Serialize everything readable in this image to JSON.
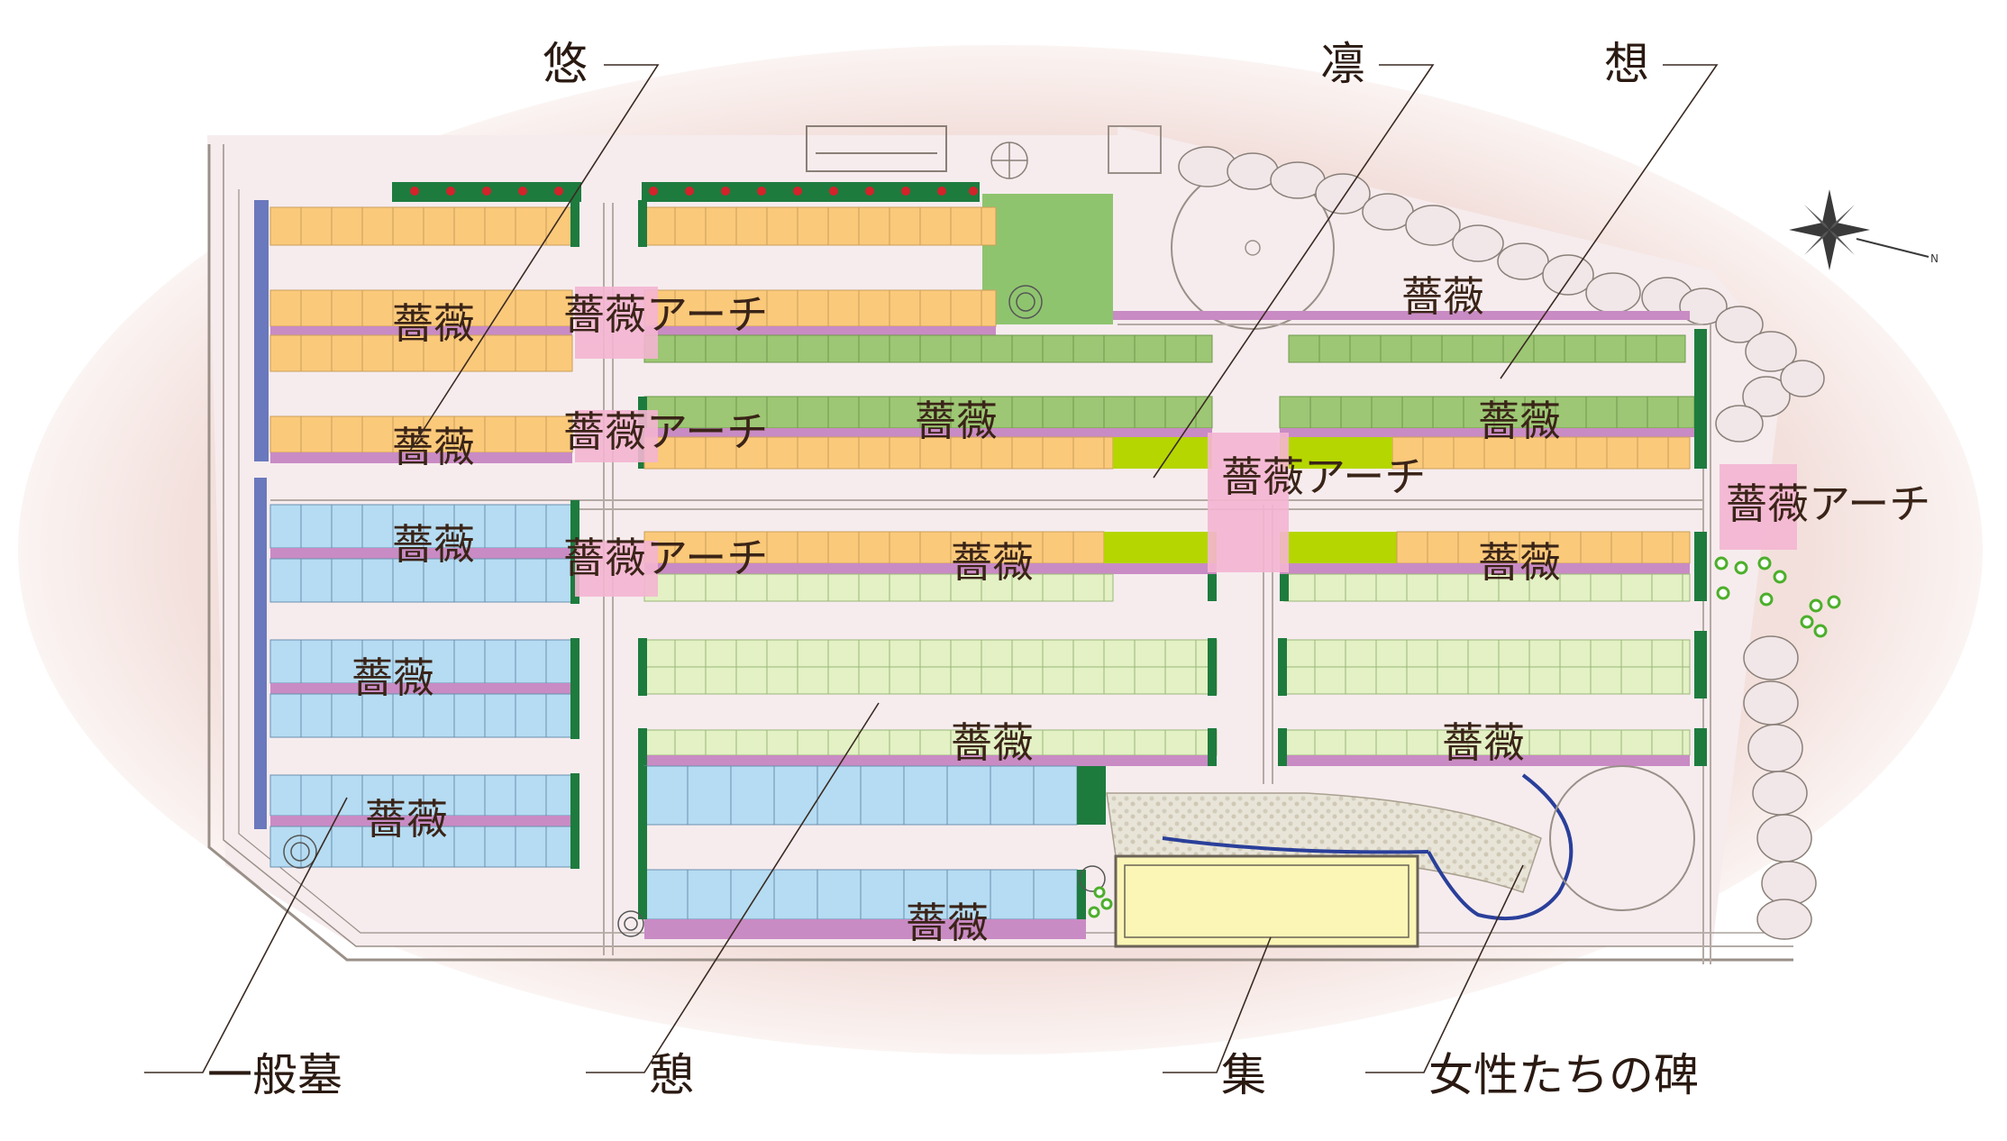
{
  "callouts": {
    "yu": "悠",
    "rin": "凛",
    "sou": "想",
    "ippanbo": "一般墓",
    "iko": "憩",
    "shu": "集",
    "josei": "女性たちの碑"
  },
  "zones": {
    "bara": "薔薇",
    "bara_arch": "薔薇アーチ"
  },
  "colors": {
    "orange_plot": "#fbc97a",
    "blue_plot": "#b5dcf2",
    "green_plot": "#9dc774",
    "lightgreen_plot": "#e3f1c4",
    "lime": "#b5d600",
    "rose_row": "#c98bc4",
    "arch_pink": "#f4b5d2",
    "hedge": "#1e7b3e",
    "fence_blue": "#6a78bd",
    "hall_yellow": "#fbf6b5",
    "lawn": "#8fc46f",
    "path_curve": "#2a3f9a"
  },
  "icons": {
    "compass": "compass-rose-icon",
    "tree": "tree-icon",
    "shrub": "shrub-icon"
  }
}
